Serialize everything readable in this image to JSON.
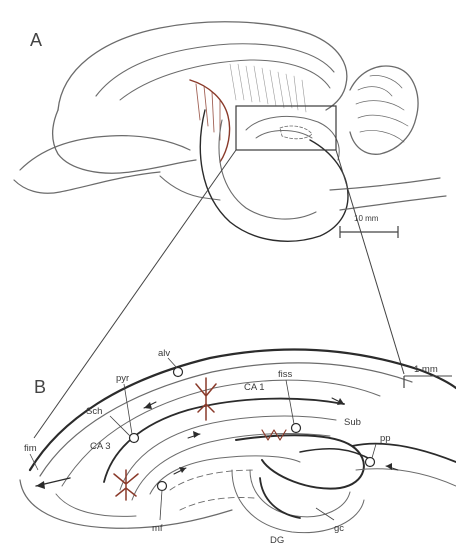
{
  "panels": {
    "a": {
      "letter": "A",
      "scale_bar": "10 mm"
    },
    "b": {
      "letter": "B",
      "scale_bar": "1 mm",
      "labels": {
        "alv": "alv",
        "pyr": "pyr",
        "ca1": "CA 1",
        "fiss": "fiss",
        "sch": "Sch",
        "sub": "Sub",
        "fim": "fim",
        "ca3": "CA 3",
        "pp": "pp",
        "mf": "mf",
        "gc": "gc",
        "dg": "DG"
      }
    }
  },
  "colors": {
    "ink": "#2b2b2b",
    "sketch": "#6b6b6b",
    "accent": "#8a3a2a"
  }
}
